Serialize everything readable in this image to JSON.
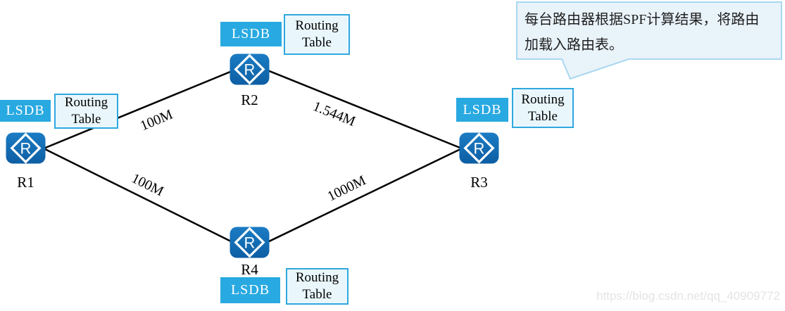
{
  "diagram": {
    "router_icon_letter": "R",
    "nodes": [
      {
        "id": "R1",
        "label": "R1",
        "lsdb_label": "LSDB",
        "routing_table_label": "Routing Table"
      },
      {
        "id": "R2",
        "label": "R2",
        "lsdb_label": "LSDB",
        "routing_table_label": "Routing Table"
      },
      {
        "id": "R3",
        "label": "R3",
        "lsdb_label": "LSDB",
        "routing_table_label": "Routing Table"
      },
      {
        "id": "R4",
        "label": "R4",
        "lsdb_label": "LSDB",
        "routing_table_label": "Routing Table"
      }
    ],
    "links": [
      {
        "from": "R1",
        "to": "R2",
        "bandwidth": "100M"
      },
      {
        "from": "R2",
        "to": "R3",
        "bandwidth": "1.544M"
      },
      {
        "from": "R1",
        "to": "R4",
        "bandwidth": "100M"
      },
      {
        "from": "R4",
        "to": "R3",
        "bandwidth": "1000M"
      }
    ]
  },
  "callout": {
    "lines": [
      "每台路由器根据SPF计算结果，将路由",
      "加载入路由表。"
    ]
  },
  "watermark": {
    "text": "https://blog.csdn.net/qq_40909772"
  },
  "colors": {
    "lsdb_bg": "#29A9E1",
    "router_blue_top": "#1B7CC4",
    "router_blue_bottom": "#0D5EA3",
    "link_line": "#000000",
    "routing_table_bg": "#E9F7FD",
    "routing_table_border": "#2FA8DE",
    "callout_bg": "#E9F3FA",
    "callout_border": "#A8D8F0",
    "watermark_text": "#E4E4E4"
  }
}
